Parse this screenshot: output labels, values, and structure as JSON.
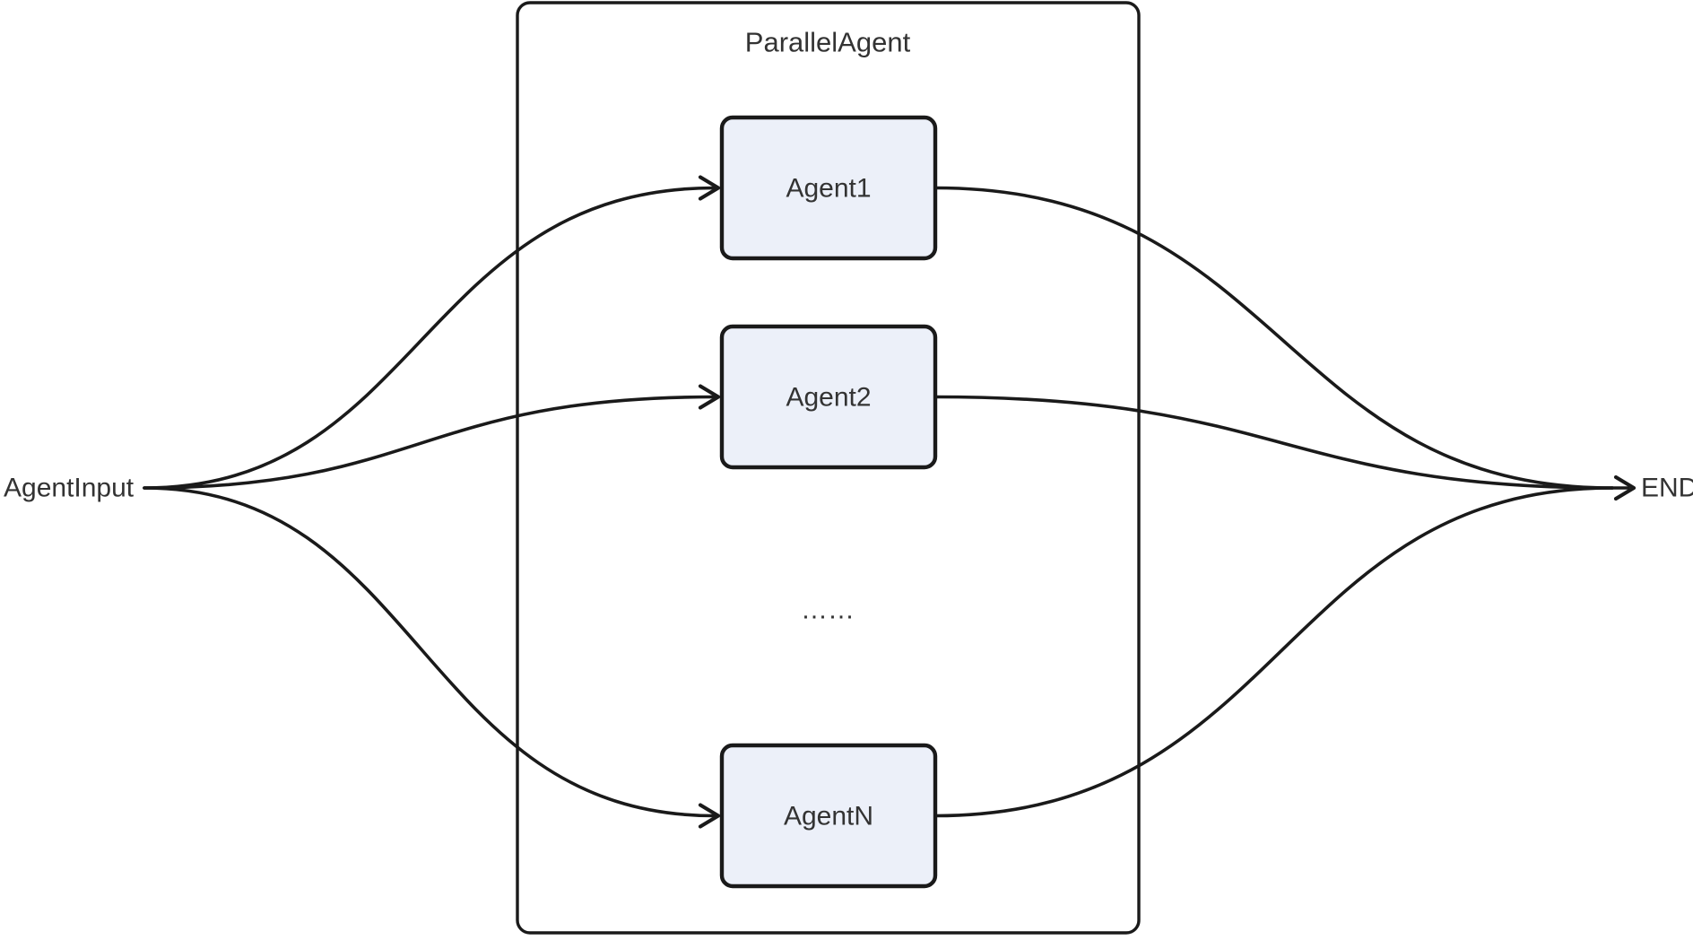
{
  "diagram": {
    "title": "ParallelAgent",
    "input_label": "AgentInput",
    "end_label": "END",
    "agents": [
      "Agent1",
      "Agent2",
      "AgentN"
    ],
    "ellipsis": "……"
  },
  "colors": {
    "background": "#ffffff",
    "node_fill": "#ecf0f9",
    "stroke": "#1a1a1a",
    "text": "#333333"
  }
}
